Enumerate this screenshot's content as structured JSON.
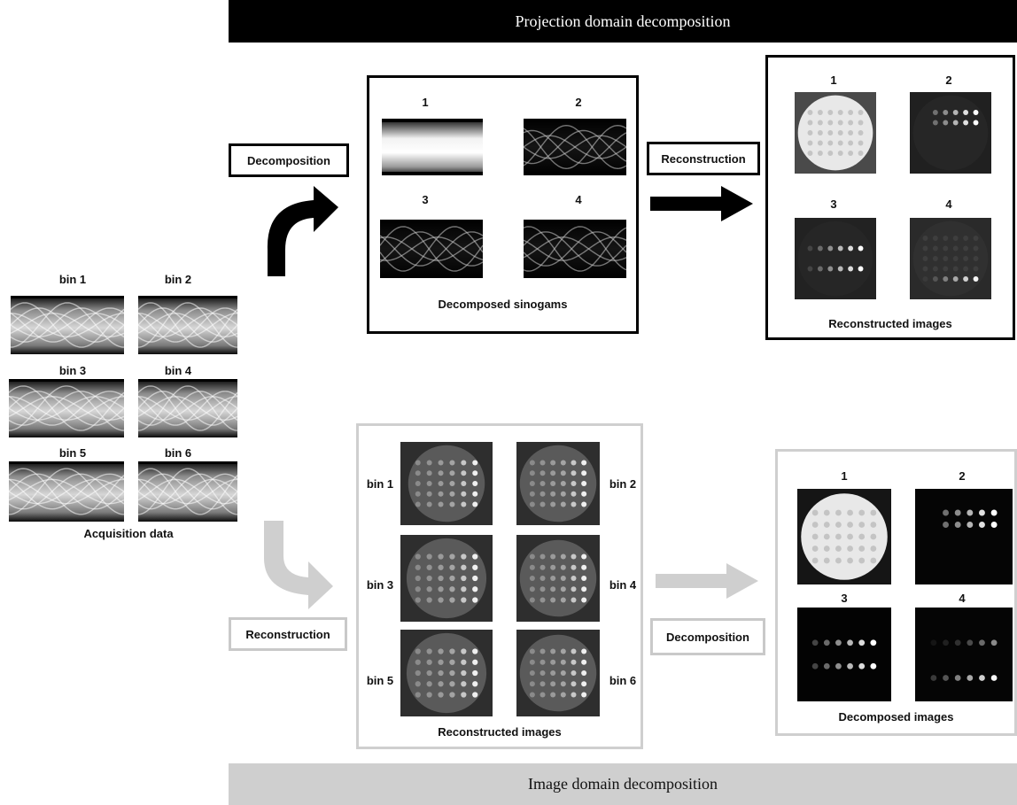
{
  "banners": {
    "top": "Projection domain decomposition",
    "bottom": "Image domain decomposition"
  },
  "acquisition": {
    "bins": [
      "bin 1",
      "bin 2",
      "bin 3",
      "bin 4",
      "bin 5",
      "bin 6"
    ],
    "caption": "Acquisition data"
  },
  "projection": {
    "decomposition_label": "Decomposition",
    "sinograms": {
      "numbers": [
        "1",
        "2",
        "3",
        "4"
      ],
      "caption": "Decomposed sinogams"
    },
    "reconstruction_label": "Reconstruction",
    "images": {
      "numbers": [
        "1",
        "2",
        "3",
        "4"
      ],
      "caption": "Reconstructed images"
    }
  },
  "image_domain": {
    "reconstruction_label": "Reconstruction",
    "recon": {
      "bins": [
        "bin 1",
        "bin 2",
        "bin 3",
        "bin 4",
        "bin 5",
        "bin 6"
      ],
      "caption": "Reconstructed images"
    },
    "decomposition_label": "Decomposition",
    "decomposed": {
      "numbers": [
        "1",
        "2",
        "3",
        "4"
      ],
      "caption": "Decomposed images"
    }
  },
  "colors": {
    "projection_accent": "#000000",
    "image_accent": "#c9c9c9"
  }
}
